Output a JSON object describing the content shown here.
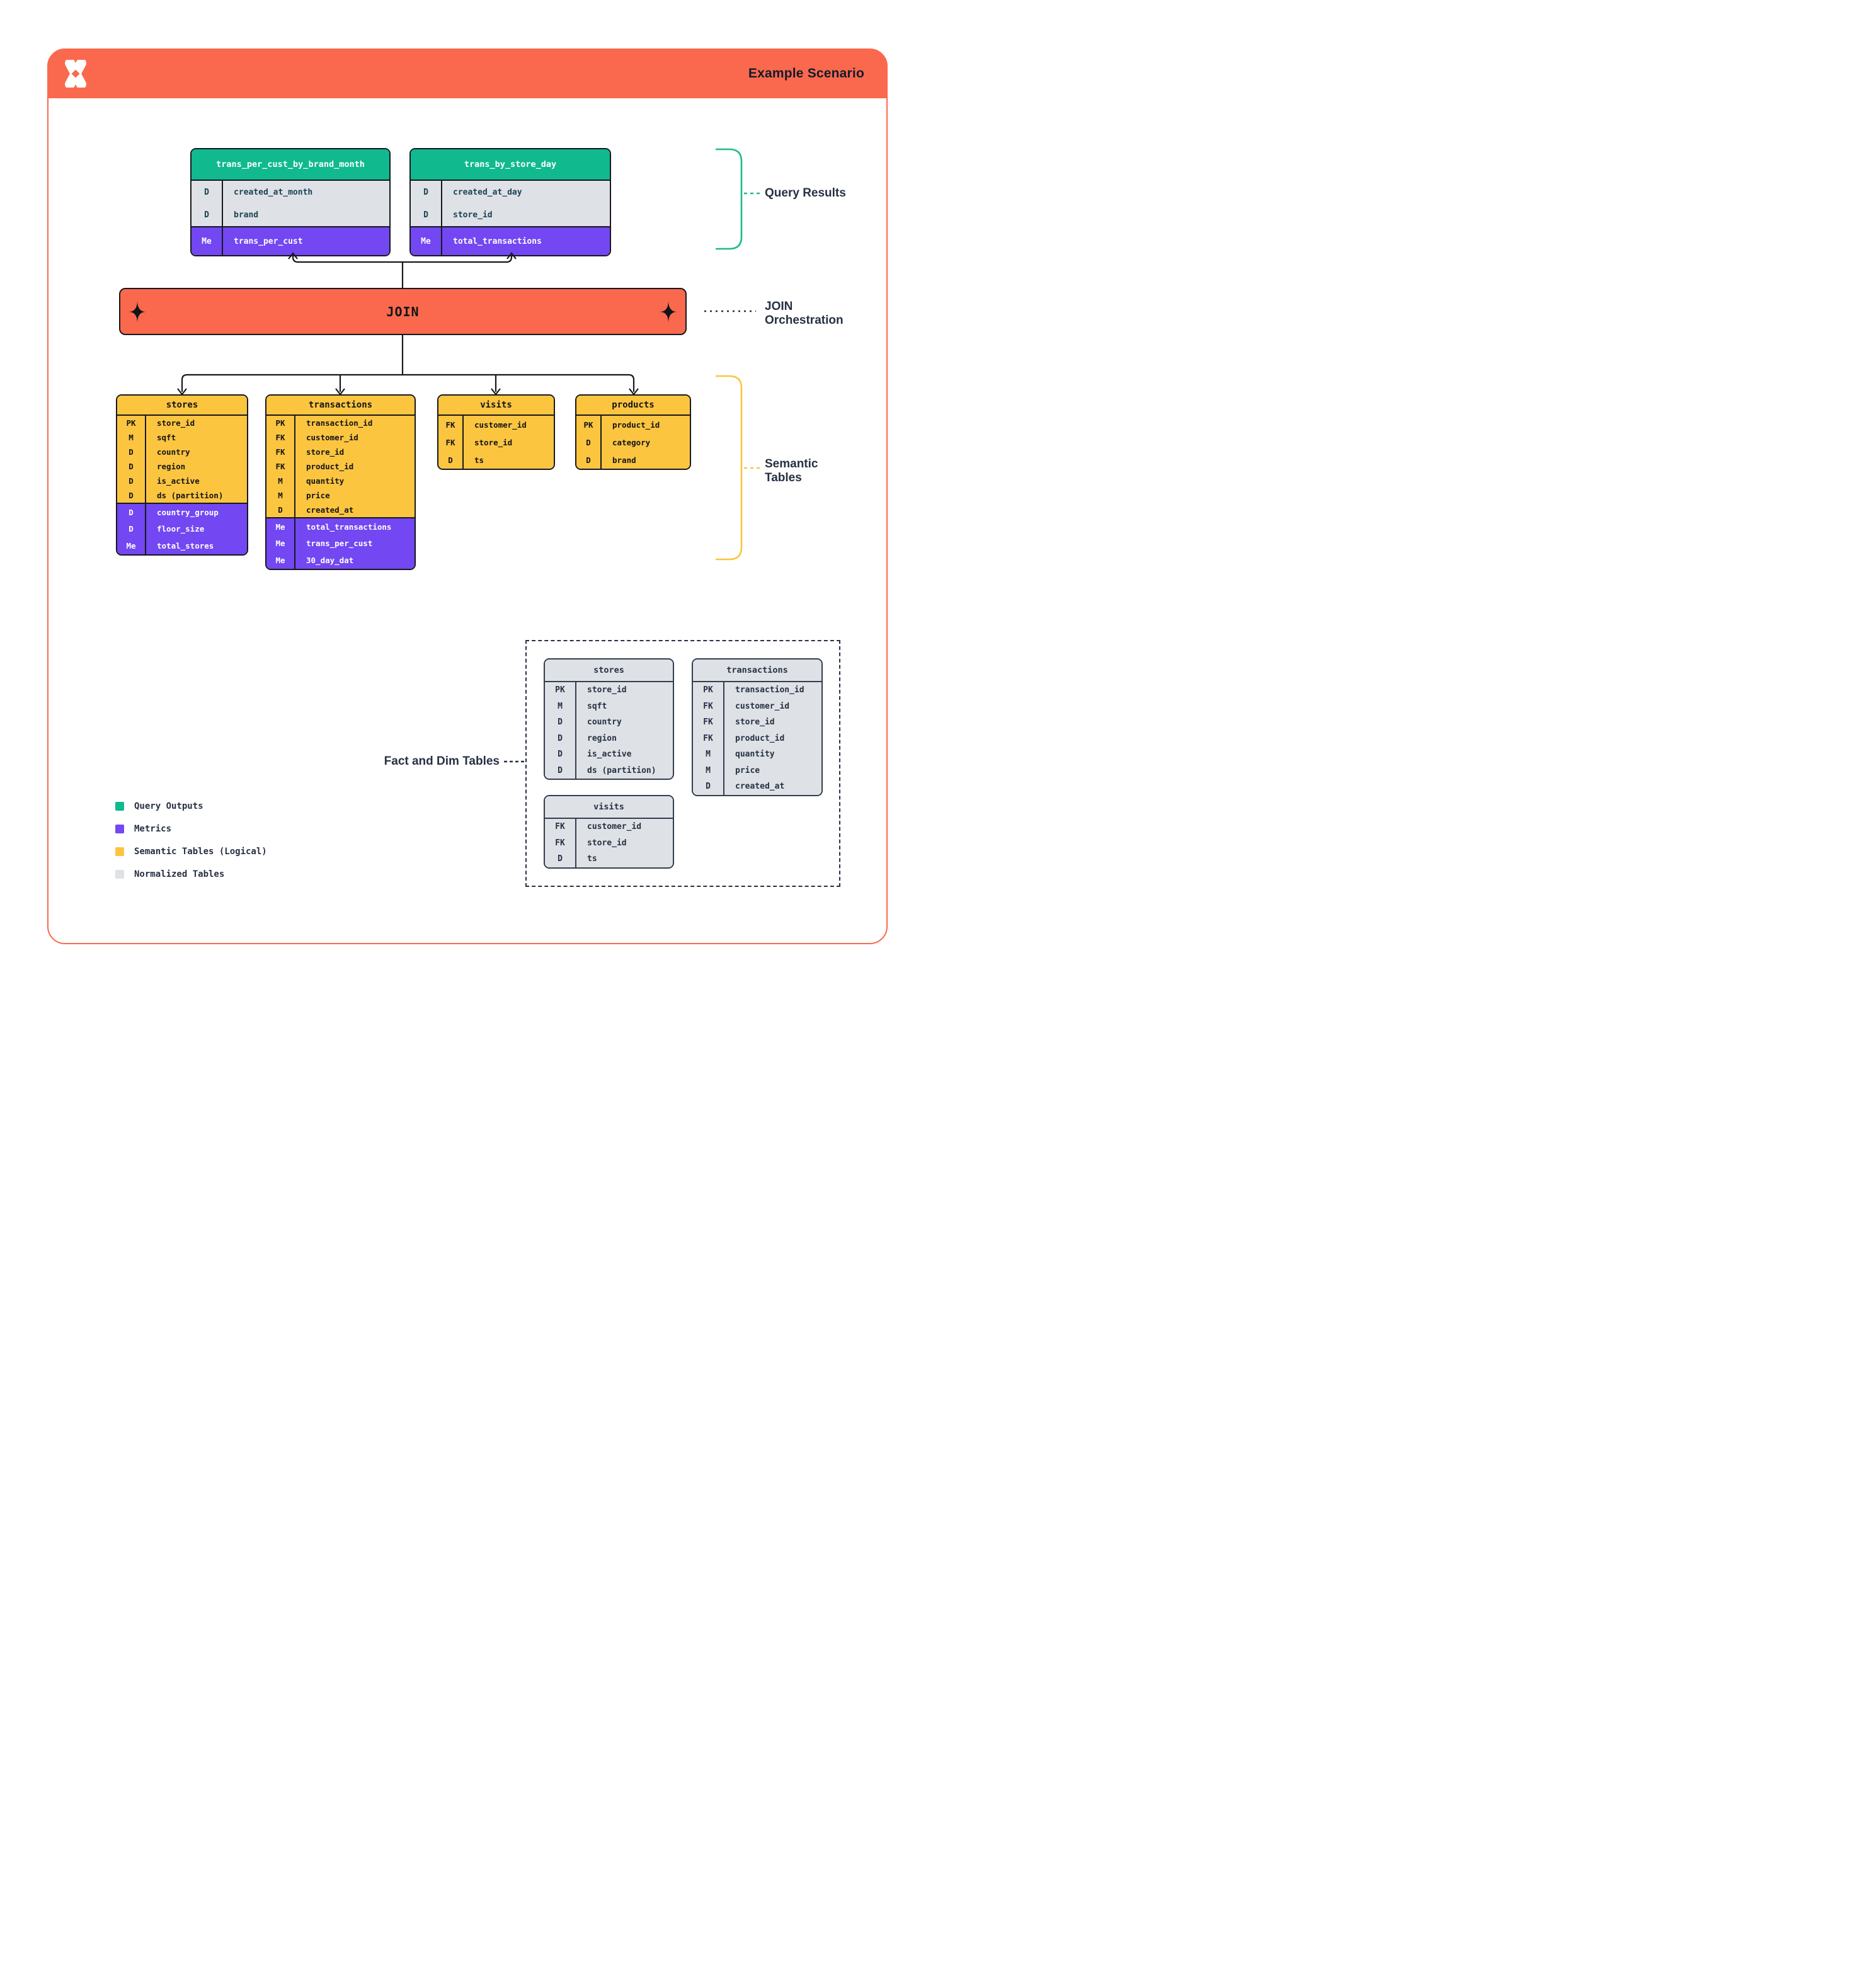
{
  "header": {
    "title": "Example Scenario"
  },
  "join": {
    "label": "JOIN"
  },
  "annotations": {
    "query_results": "Query Results",
    "join_orchestration_line1": "JOIN",
    "join_orchestration_line2": "Orchestration",
    "semantic_tables_line1": "Semantic",
    "semantic_tables_line2": "Tables",
    "fact_dim": "Fact and Dim Tables"
  },
  "query_result_tables": [
    {
      "title": "trans_per_cust_by_brand_month",
      "fields": [
        [
          "D",
          "created_at_month"
        ],
        [
          "D",
          "brand"
        ]
      ],
      "metrics": [
        [
          "Me",
          "trans_per_cust"
        ]
      ]
    },
    {
      "title": "trans_by_store_day",
      "fields": [
        [
          "D",
          "created_at_day"
        ],
        [
          "D",
          "store_id"
        ]
      ],
      "metrics": [
        [
          "Me",
          "total_transactions"
        ]
      ]
    }
  ],
  "semantic_tables": [
    {
      "title": "stores",
      "fields": [
        [
          "PK",
          "store_id"
        ],
        [
          "M",
          "sqft"
        ],
        [
          "D",
          "country"
        ],
        [
          "D",
          "region"
        ],
        [
          "D",
          "is_active"
        ],
        [
          "D",
          "ds (partition)"
        ]
      ],
      "metrics": [
        [
          "D",
          "country_group"
        ],
        [
          "D",
          "floor_size"
        ],
        [
          "Me",
          "total_stores"
        ]
      ]
    },
    {
      "title": "transactions",
      "fields": [
        [
          "PK",
          "transaction_id"
        ],
        [
          "FK",
          "customer_id"
        ],
        [
          "FK",
          "store_id"
        ],
        [
          "FK",
          "product_id"
        ],
        [
          "M",
          "quantity"
        ],
        [
          "M",
          "price"
        ],
        [
          "D",
          "created_at"
        ]
      ],
      "metrics": [
        [
          "Me",
          "total_transactions"
        ],
        [
          "Me",
          "trans_per_cust"
        ],
        [
          "Me",
          "30_day_dat"
        ]
      ]
    },
    {
      "title": "visits",
      "fields": [
        [
          "FK",
          "customer_id"
        ],
        [
          "FK",
          "store_id"
        ],
        [
          "D",
          "ts"
        ]
      ],
      "metrics": []
    },
    {
      "title": "products",
      "fields": [
        [
          "PK",
          "product_id"
        ],
        [
          "D",
          "category"
        ],
        [
          "D",
          "brand"
        ]
      ],
      "metrics": []
    }
  ],
  "normalized_tables": [
    {
      "title": "stores",
      "fields": [
        [
          "PK",
          "store_id"
        ],
        [
          "M",
          "sqft"
        ],
        [
          "D",
          "country"
        ],
        [
          "D",
          "region"
        ],
        [
          "D",
          "is_active"
        ],
        [
          "D",
          "ds (partition)"
        ]
      ],
      "metrics": []
    },
    {
      "title": "transactions",
      "fields": [
        [
          "PK",
          "transaction_id"
        ],
        [
          "FK",
          "customer_id"
        ],
        [
          "FK",
          "store_id"
        ],
        [
          "FK",
          "product_id"
        ],
        [
          "M",
          "quantity"
        ],
        [
          "M",
          "price"
        ],
        [
          "D",
          "created_at"
        ]
      ],
      "metrics": []
    },
    {
      "title": "visits",
      "fields": [
        [
          "FK",
          "customer_id"
        ],
        [
          "FK",
          "store_id"
        ],
        [
          "D",
          "ts"
        ]
      ],
      "metrics": []
    }
  ],
  "legend": [
    {
      "label": "Query Outputs",
      "color": "#10B98E"
    },
    {
      "label": "Metrics",
      "color": "#7347F1"
    },
    {
      "label": "Semantic Tables (Logical)",
      "color": "#FCC540"
    },
    {
      "label": "Normalized Tables",
      "color": "#DEE2E6"
    }
  ],
  "colors": {
    "orange": "#FA694D",
    "green": "#10B98E",
    "purple": "#7347F1",
    "yellow": "#FCC540",
    "gray": "#DEE2E6",
    "navy": "#273043",
    "teal_text": "#1C4254",
    "bracket_green": "#1DBA8C"
  }
}
